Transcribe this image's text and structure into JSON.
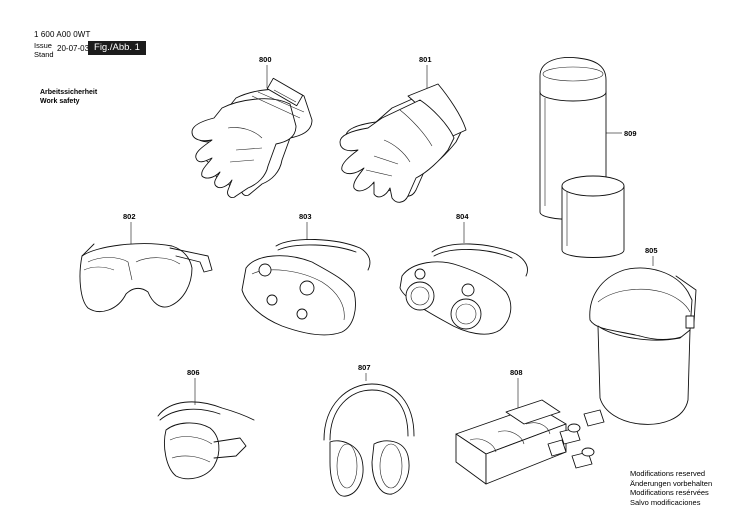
{
  "header": {
    "doc_number": "1 600 A00 0WT",
    "issue_label": "Issue",
    "stand_label": "Stand",
    "issue_date": "20-07-03",
    "figure_label": "Fig./Abb. 1"
  },
  "section": {
    "title_de": "Arbeitssicherheit",
    "title_en": "Work safety"
  },
  "parts": [
    {
      "number": "800",
      "item": "gloves-leather-strap"
    },
    {
      "number": "801",
      "item": "gloves-cuffed"
    },
    {
      "number": "802",
      "item": "safety-glasses"
    },
    {
      "number": "803",
      "item": "goggles-vented"
    },
    {
      "number": "804",
      "item": "welding-goggles"
    },
    {
      "number": "805",
      "item": "face-shield"
    },
    {
      "number": "806",
      "item": "dust-mask"
    },
    {
      "number": "807",
      "item": "ear-muffs"
    },
    {
      "number": "808",
      "item": "ear-plugs-box"
    },
    {
      "number": "809",
      "item": "container-tube"
    }
  ],
  "footer_notes": [
    "Modifications reserved",
    "Änderungen vorbehalten",
    "Modifications resérvées",
    "Salvo modificaciones"
  ]
}
